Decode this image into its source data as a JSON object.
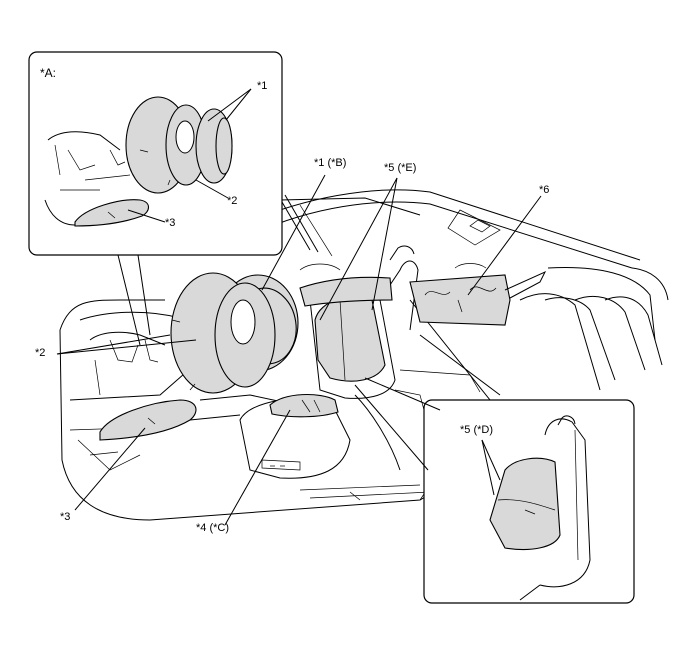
{
  "inset_a": {
    "title": "*A:"
  },
  "labels": {
    "a_1": "*1",
    "a_2": "*2",
    "a_3": "*3",
    "main_1b": "*1 (*B)",
    "main_5e": "*5 (*E)",
    "main_6": "*6",
    "main_2": "*2",
    "main_3": "*3",
    "main_4c": "*4 (*C)",
    "d_5d": "*5 (*D)"
  },
  "colors": {
    "line": "#000000",
    "airbag_fill": "#d9d9d9",
    "background": "#ffffff"
  }
}
